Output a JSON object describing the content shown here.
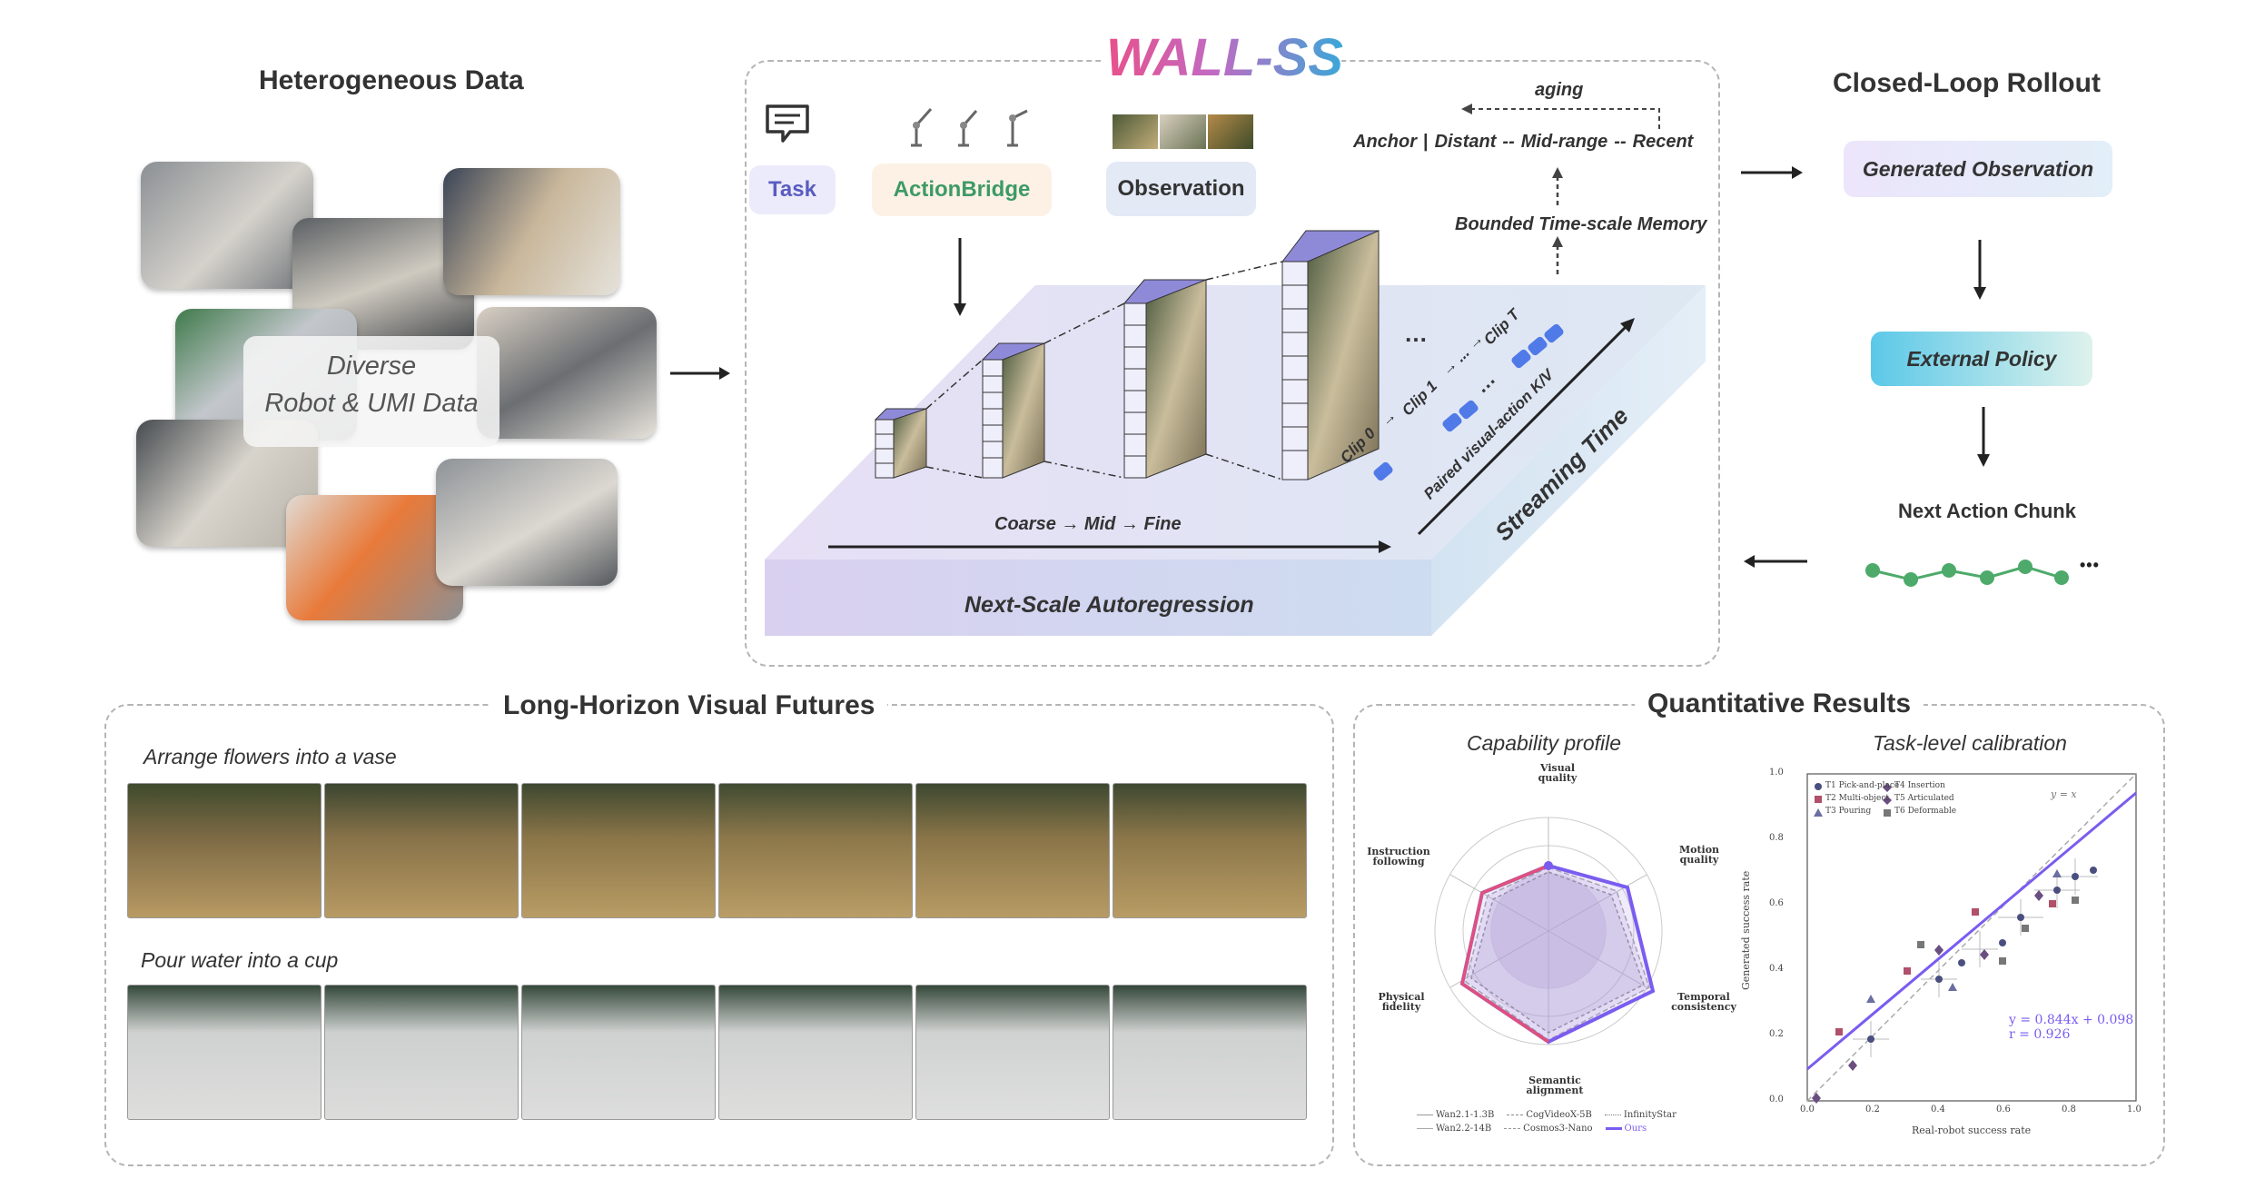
{
  "left": {
    "title": "Heterogeneous Data",
    "overlay_line1": "Diverse",
    "overlay_line2": "Robot & UMI Data"
  },
  "center": {
    "title": "WALL-SS",
    "title_colors": {
      "start": "#e8508a",
      "end": "#3aa7d8"
    },
    "inputs": {
      "task": "Task",
      "action_bridge": "ActionBridge",
      "observation": "Observation"
    },
    "memory": {
      "aging": "aging",
      "anchor": "Anchor",
      "separator": "|",
      "distant": "Distant",
      "dash1": "--",
      "mid_range": "Mid-range",
      "dash2": "--",
      "recent": "Recent",
      "bounded": "Bounded Time-scale Memory"
    },
    "clips": {
      "clip0": "Clip 0",
      "arrow1": "→",
      "clip1": "Clip 1",
      "arrow2": "→ ... →",
      "clipT": "Clip T",
      "ellipsis_top": "…",
      "ellipsis_mid": "…",
      "paired": "Paired visual-action K/V"
    },
    "coarse_mid_fine": "Coarse → Mid → Fine",
    "streaming_time": "Streaming Time",
    "next_scale": "Next-Scale Autoregression"
  },
  "right": {
    "title": "Closed-Loop Rollout",
    "generated_observation": "Generated  Observation",
    "external_policy": "External Policy",
    "next_action_chunk": "Next Action Chunk",
    "ellipsis": "•••"
  },
  "bottom_left": {
    "title": "Long-Horizon Visual Futures",
    "row1_label": "Arrange flowers into a vase",
    "row2_label": "Pour water into a cup"
  },
  "bottom_right": {
    "title": "Quantitative Results",
    "radar": {
      "title": "Capability profile",
      "axes": [
        {
          "line1": "Visual",
          "line2": "quality"
        },
        {
          "line1": "Motion",
          "line2": "quality"
        },
        {
          "line1": "Temporal",
          "line2": "consistency"
        },
        {
          "line1": "Semantic",
          "line2": "alignment"
        },
        {
          "line1": "Physical",
          "line2": "fidelity"
        },
        {
          "line1": "Instruction",
          "line2": "following"
        }
      ],
      "legend": [
        "Wan2.1-1.3B",
        "CogVideoX-5B",
        "InfinityStar",
        "Wan2.2-14B",
        "Cosmos3-Nano",
        "Ours"
      ]
    },
    "scatter": {
      "title": "Task-level calibration",
      "xlabel": "Real-robot success rate",
      "ylabel": "Generated success rate",
      "xticks": [
        "0.0",
        "0.2",
        "0.4",
        "0.6",
        "0.8",
        "1.0"
      ],
      "yticks": [
        "1.0",
        "0.8",
        "0.6",
        "0.4",
        "0.2",
        "0.0"
      ],
      "legend": [
        "T1 Pick-and-place",
        "T2 Multi-object",
        "T3 Pouring",
        "T4 Insertion",
        "T5 Articulated",
        "T6 Deformable"
      ],
      "identity_label": "y = x",
      "fit_eq": "y = 0.844x + 0.098",
      "fit_r": "r = 0.926"
    }
  },
  "colors": {
    "ours": "#7a5cf0",
    "pink": "#e0507a",
    "task_pill": "#ecebfb",
    "bridge_pill": "#fdf1e6",
    "obs_pill": "#e3e9f5",
    "node_green": "#4daa6a"
  }
}
